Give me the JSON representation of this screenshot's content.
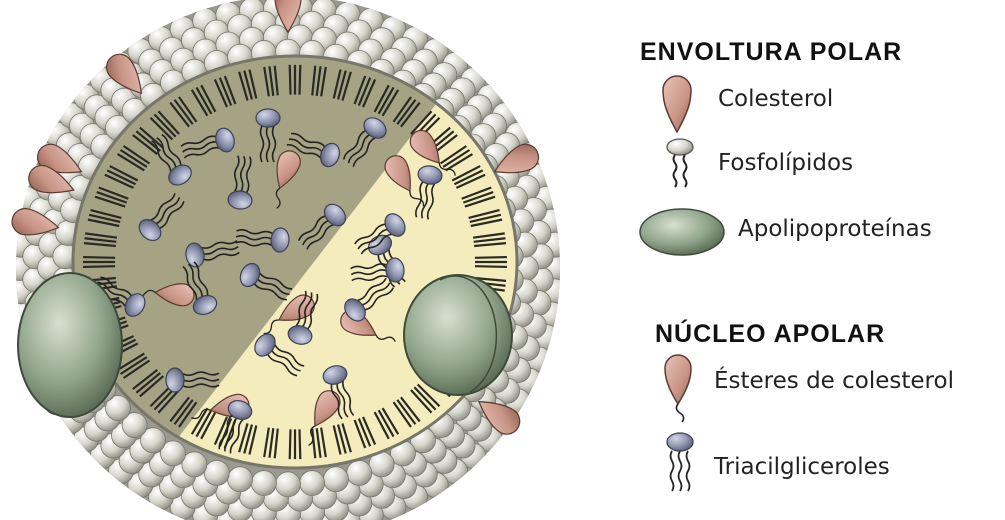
{
  "legend": {
    "polar_title": "ENVOLTURA POLAR",
    "polar_items": [
      {
        "label": "Colesterol",
        "icon": "cholesterol-icon",
        "color": "#d8a898"
      },
      {
        "label": "Fosfolípidos",
        "icon": "phospholipid-icon",
        "color": "#d8d8c8"
      },
      {
        "label": "Apolipoproteínas",
        "icon": "apolipoprotein-icon",
        "color": "#9fb29a"
      }
    ],
    "apolar_title": "NÚCLEO APOLAR",
    "apolar_items": [
      {
        "label": "Ésteres de colesterol",
        "icon": "cholesterol-ester-icon",
        "color": "#d49a8a"
      },
      {
        "label": "Triacilgliceroles",
        "icon": "triacylglycerol-icon",
        "color": "#a8afc6"
      }
    ]
  },
  "colors": {
    "shell_bead": "#d9d9cf",
    "core_dark": "#a5a384",
    "core_light": "#f4ecbc",
    "apolipoprotein": "#8fa38a",
    "head_blue": "#8d93ad",
    "ester": "#c89486"
  }
}
